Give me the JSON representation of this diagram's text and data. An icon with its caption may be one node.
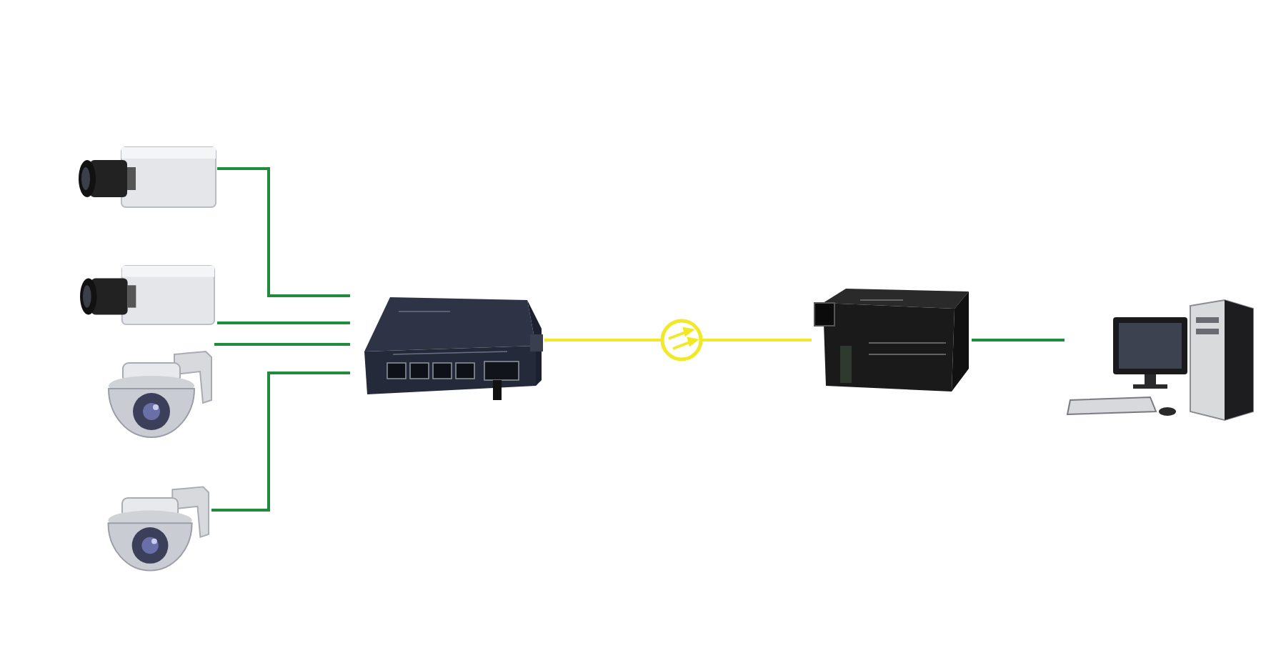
{
  "diagram": {
    "nodes": [
      {
        "text": [],
        "shape": "picture"
      },
      {
        "text": [],
        "shape": "picture"
      },
      {
        "text": [],
        "shape": "picture"
      },
      {
        "text": [],
        "shape": "picture"
      },
      {
        "text": [],
        "shape": "picture"
      },
      {
        "text": [],
        "shape": "circle"
      },
      {
        "text": [],
        "shape": "picture"
      },
      {
        "text": [],
        "shape": "picture"
      }
    ],
    "edges": [
      {
        "from": 0,
        "to": 4,
        "arrow": "none"
      },
      {
        "from": 1,
        "to": 4,
        "arrow": "none"
      },
      {
        "from": 2,
        "to": 4,
        "arrow": "none"
      },
      {
        "from": 3,
        "to": 4,
        "arrow": "none"
      },
      {
        "from": 4,
        "to": 5,
        "arrow": "none",
        "color": "#f2e826"
      },
      {
        "from": 5,
        "to": 6,
        "arrow": "none",
        "color": "#f2e826"
      },
      {
        "from": 6,
        "to": 7,
        "arrow": "none"
      }
    ]
  }
}
